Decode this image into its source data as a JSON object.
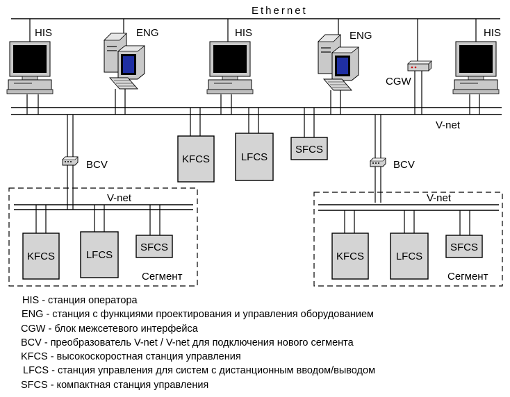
{
  "network": {
    "ethernet_label": "Ethernet",
    "vnet_main_label": "V-net",
    "vnet_left_label": "V-net",
    "vnet_right_label": "V-net"
  },
  "stations": {
    "his1": "HIS",
    "eng1": "ENG",
    "his2": "HIS",
    "eng2": "ENG",
    "his3": "HIS",
    "cgw": "CGW"
  },
  "converters": {
    "bcv_left": "BCV",
    "bcv_right": "BCV"
  },
  "controllers": {
    "kfcs_main": "KFCS",
    "lfcs_main": "LFCS",
    "sfcs_main": "SFCS",
    "kfcs_left": "KFCS",
    "lfcs_left": "LFCS",
    "sfcs_left": "SFCS",
    "kfcs_right": "KFCS",
    "lfcs_right": "LFCS",
    "sfcs_right": "SFCS"
  },
  "segments": {
    "left_label": "Сегмент",
    "right_label": "Сегмент"
  },
  "legend": [
    "HIS - станция оператора",
    "ENG - станция с функциями проектирования и управления оборудованием",
    "CGW - блок межсетевого интерфейса",
    "BCV - преобразователь V-net / V-net  для подключения нового сегмента",
    "KFCS - высокоскоростная станция управления",
    "LFCS - станция управления для систем с дистанционным вводом/выводом",
    "SFCS - компактная станция управления"
  ]
}
